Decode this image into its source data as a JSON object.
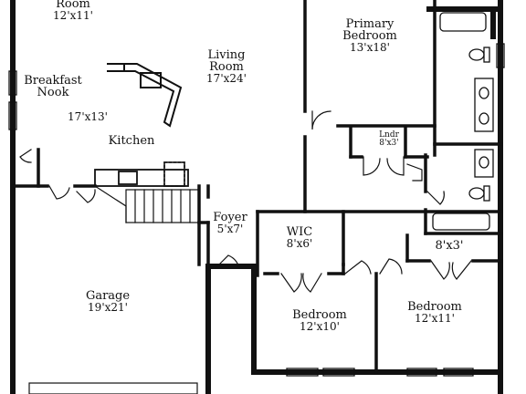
{
  "rooms": {
    "room_top": {
      "name": "Room",
      "dims": "12'x11'"
    },
    "breakfast_nook": {
      "name": "Breakfast\nNook",
      "dims": "17'x13'"
    },
    "kitchen": {
      "name": "Kitchen"
    },
    "living_room": {
      "name": "Living\nRoom",
      "dims": "17'x24'"
    },
    "primary_bedroom": {
      "name": "Primary\nBedroom",
      "dims": "13'x18'"
    },
    "laundry": {
      "name": "Lndr",
      "dims": "8'x3'"
    },
    "foyer": {
      "name": "Foyer",
      "dims": "5'x7'"
    },
    "wic": {
      "name": "WIC",
      "dims": "8'x6'"
    },
    "closet": {
      "dims": "8'x3'"
    },
    "garage": {
      "name": "Garage",
      "dims": "19'x21'"
    },
    "bedroom_left": {
      "name": "Bedroom",
      "dims": "12'x10'"
    },
    "bedroom_right": {
      "name": "Bedroom",
      "dims": "12'x11'"
    }
  }
}
